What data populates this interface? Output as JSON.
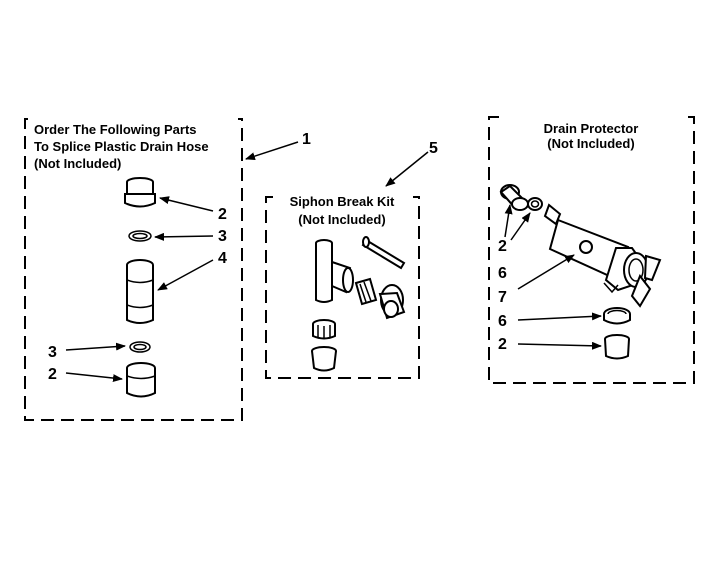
{
  "groups": {
    "splice": {
      "title_lines": [
        "Order The Following Parts",
        "To Splice Plastic Drain Hose",
        "(Not Included)"
      ],
      "callout": "1"
    },
    "siphon": {
      "title_lines": [
        "Siphon Break Kit",
        "(Not Included)"
      ],
      "callout": "5"
    },
    "protector": {
      "title_lines": [
        "Drain Protector",
        "(Not Included)"
      ]
    }
  },
  "callouts": {
    "splice": [
      "2",
      "3",
      "4",
      "3",
      "2"
    ],
    "protector": [
      "2",
      "6",
      "7",
      "6",
      "2"
    ]
  }
}
